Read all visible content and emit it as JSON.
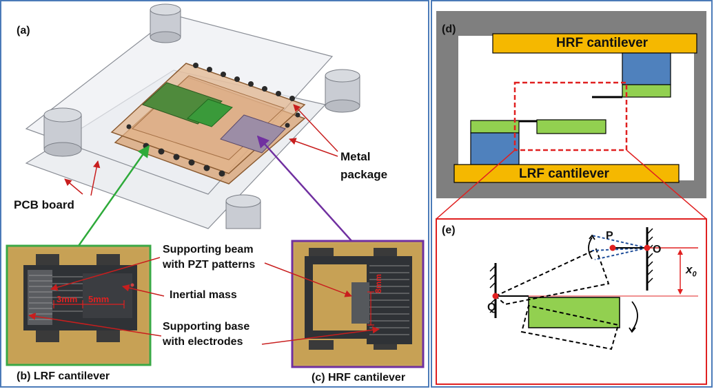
{
  "panel_a": {
    "label": "(a)",
    "pcb_board": "PCB board",
    "metal_package": "Metal\npackage",
    "metal_package_line1": "Metal",
    "metal_package_line2": "package"
  },
  "panel_b": {
    "label": "(b) LRF cantilever",
    "dim_3mm": "3mm",
    "dim_5mm": "5mm"
  },
  "panel_c": {
    "label": "(c) HRF cantilever",
    "dim_8mm": "8mm"
  },
  "annotations": {
    "supporting_beam_line1": "Supporting beam",
    "supporting_beam_line2": "with PZT patterns",
    "inertial_mass": "Inertial mass",
    "supporting_base_line1": "Supporting base",
    "supporting_base_line2": "with electrodes"
  },
  "panel_d": {
    "label": "(d)",
    "hrf": "HRF cantilever",
    "lrf": "LRF cantilever"
  },
  "panel_e": {
    "label": "(e)",
    "point_p": "P",
    "point_o": "O",
    "point_q": "Q",
    "x0": "x",
    "x0_sub": "0"
  },
  "colors": {
    "border": "#4a7ab8",
    "gold": "#f5b800",
    "blue_block": "#4f81bd",
    "green_block": "#92d050",
    "red": "#e02020",
    "gray_bg": "#7f7f7f",
    "green_frame": "#3aa845",
    "purple_frame": "#7030a0"
  }
}
